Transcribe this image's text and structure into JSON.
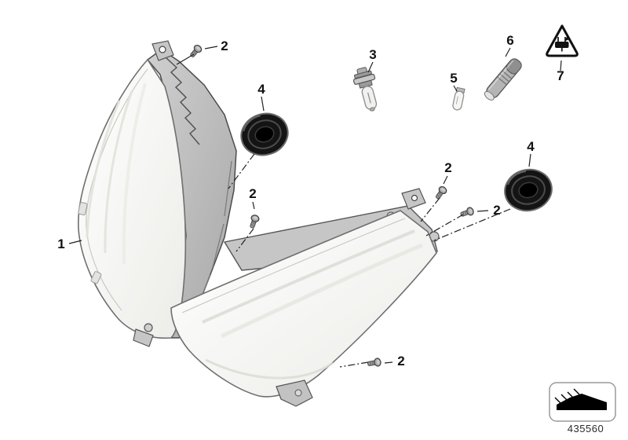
{
  "diagram": {
    "colors": {
      "outline": "#3a3a3a",
      "housing": "#bfbfbf",
      "lens": "#f6f6f3",
      "rubber_cap": "#141414",
      "background": "#ffffff"
    },
    "icons": {
      "warning": "warning-triangle-plug-icon",
      "legend": "wedge-symbol-icon"
    },
    "callouts": [
      {
        "label": "1"
      },
      {
        "label": "2"
      },
      {
        "label": "2"
      },
      {
        "label": "2"
      },
      {
        "label": "2"
      },
      {
        "label": "2"
      },
      {
        "label": "3"
      },
      {
        "label": "4"
      },
      {
        "label": "4"
      },
      {
        "label": "5"
      },
      {
        "label": "6"
      },
      {
        "label": "7"
      }
    ],
    "footer": {
      "part_number": "435560"
    }
  }
}
